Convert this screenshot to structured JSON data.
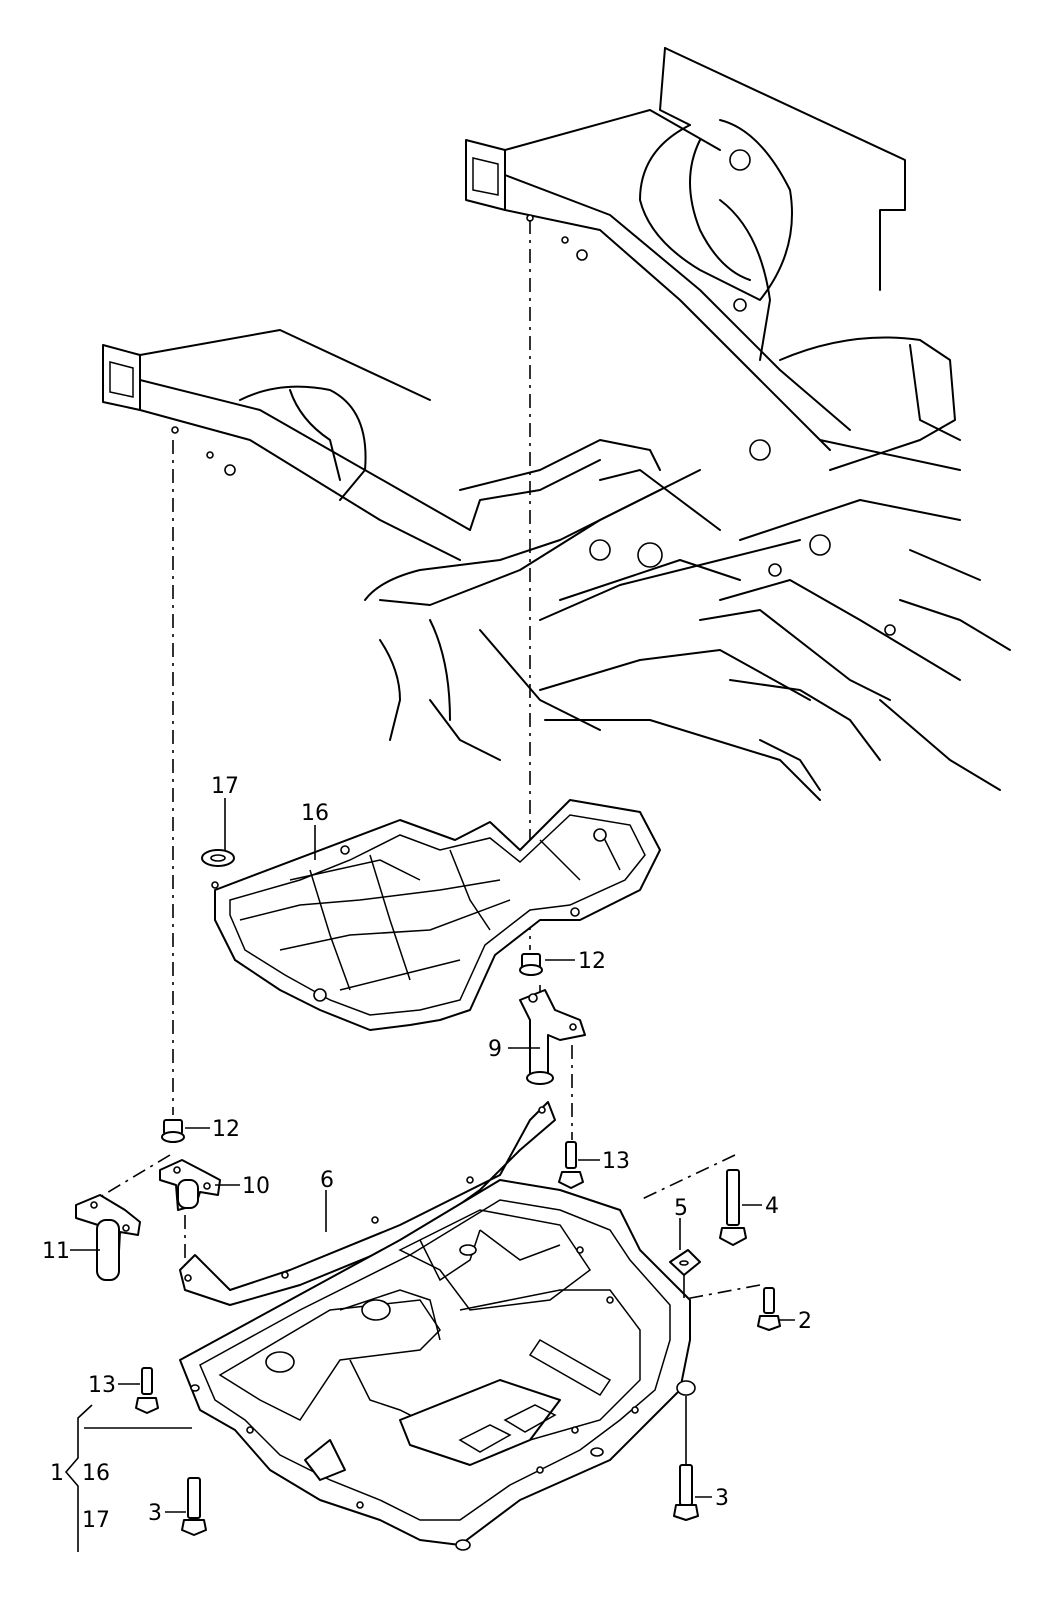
{
  "diagram": {
    "title": "Underbody engine guard / noise insulation exploded view",
    "callouts": [
      {
        "id": "c17-top",
        "text": "17"
      },
      {
        "id": "c16-top",
        "text": "16"
      },
      {
        "id": "c12-right",
        "text": "12"
      },
      {
        "id": "c9",
        "text": "9"
      },
      {
        "id": "c12-left",
        "text": "12"
      },
      {
        "id": "c13-right",
        "text": "13"
      },
      {
        "id": "c10",
        "text": "10"
      },
      {
        "id": "c6",
        "text": "6"
      },
      {
        "id": "c11",
        "text": "11"
      },
      {
        "id": "c5",
        "text": "5"
      },
      {
        "id": "c4",
        "text": "4"
      },
      {
        "id": "c2",
        "text": "2"
      },
      {
        "id": "c13-left",
        "text": "13"
      },
      {
        "id": "c3-left",
        "text": "3"
      },
      {
        "id": "c3-right",
        "text": "3"
      }
    ],
    "assembly_group": {
      "label": "1",
      "members": [
        "16",
        "17"
      ]
    }
  }
}
